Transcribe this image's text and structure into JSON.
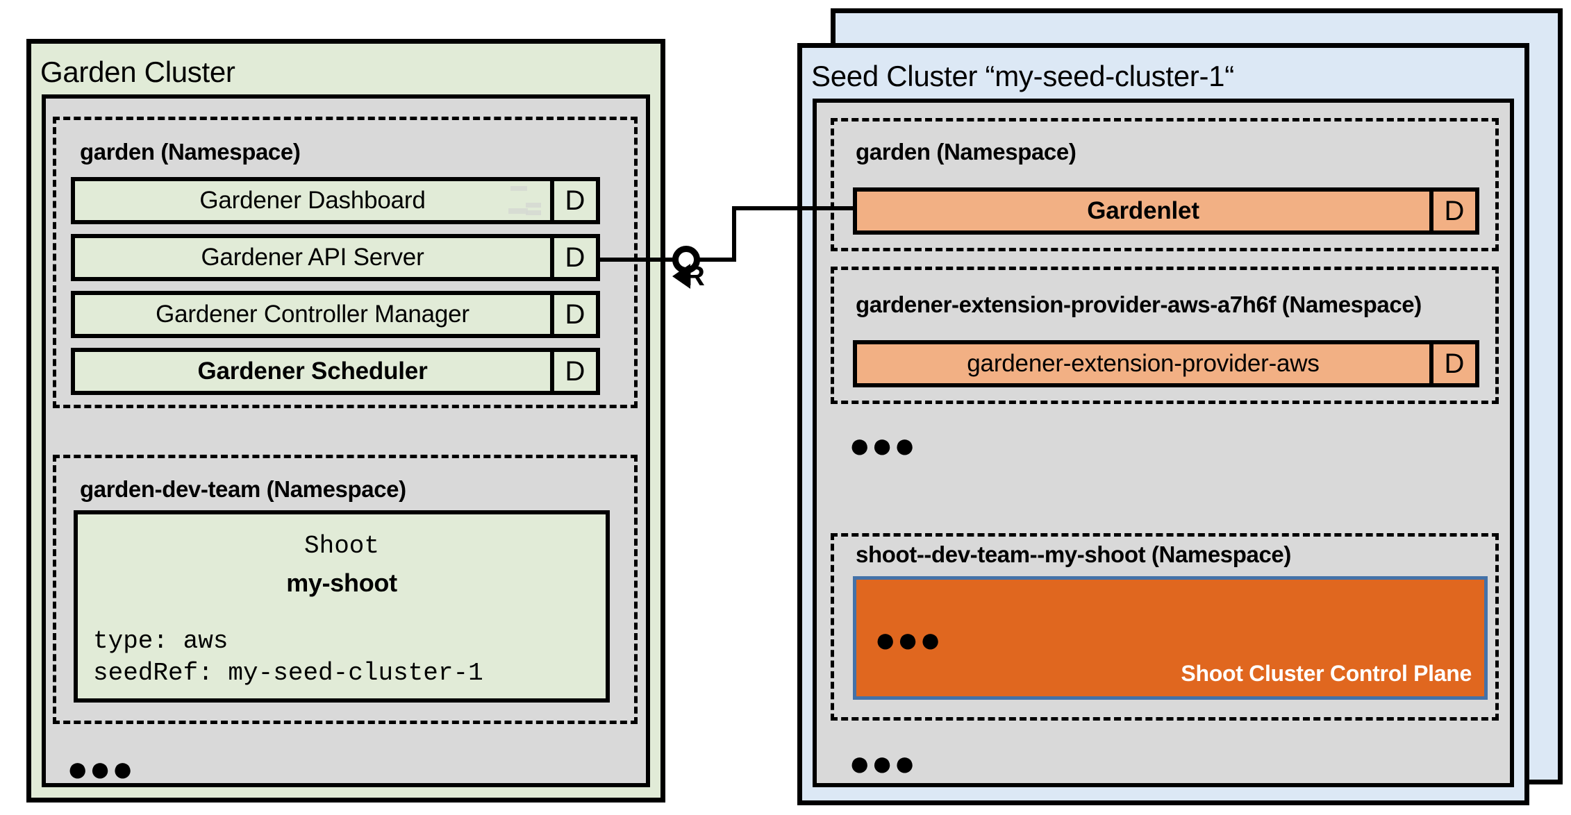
{
  "diagram": {
    "title": "Gardener Garden Cluster and Seed Cluster architecture"
  },
  "colors": {
    "garden_cluster_fill": "#E1EBD7",
    "seed_cluster_fill": "#DCE8F5",
    "namespace_fill": "#D9D9D9",
    "component_green": "#E1EBD7",
    "component_orange_light": "#F2B084",
    "control_plane_orange": "#E0671F",
    "control_plane_border": "#4472A8",
    "stroke": "#000000"
  },
  "garden_cluster": {
    "title": "Garden Cluster",
    "namespaces": [
      {
        "name": "garden (Namespace)",
        "components": [
          {
            "label": "Gardener Dashboard",
            "kind": "D",
            "bold": false
          },
          {
            "label": "Gardener API Server",
            "kind": "D",
            "bold": false
          },
          {
            "label": "Gardener Controller Manager",
            "kind": "D",
            "bold": false
          },
          {
            "label": "Gardener Scheduler",
            "kind": "D",
            "bold": true
          }
        ]
      },
      {
        "name": "garden-dev-team (Namespace)",
        "resource": {
          "kind": "Shoot",
          "name": "my-shoot",
          "spec": [
            "type: aws",
            "seedRef: my-seed-cluster-1"
          ]
        }
      }
    ],
    "more_indicator": "●●●"
  },
  "seed_cluster": {
    "title": "Seed Cluster “my-seed-cluster-1“",
    "namespaces": [
      {
        "name": "garden (Namespace)",
        "components": [
          {
            "label": "Gardenlet",
            "kind": "D",
            "bold": true
          }
        ]
      },
      {
        "name": "gardener-extension-provider-aws-a7h6f (Namespace)",
        "components": [
          {
            "label": "gardener-extension-provider-aws",
            "kind": "D",
            "bold": false
          }
        ]
      },
      {
        "name": "shoot--dev-team--my-shoot (Namespace)",
        "control_plane": {
          "label": "Shoot Cluster Control Plane",
          "more_indicator": "●●●"
        }
      }
    ],
    "more_indicator_middle": "●●●",
    "more_indicator_bottom": "●●●"
  },
  "connector": {
    "from": "Gardener API Server",
    "to": "Gardenlet",
    "required_interface_letter": "R",
    "socket_icon": "provided-interface-socket-icon"
  }
}
